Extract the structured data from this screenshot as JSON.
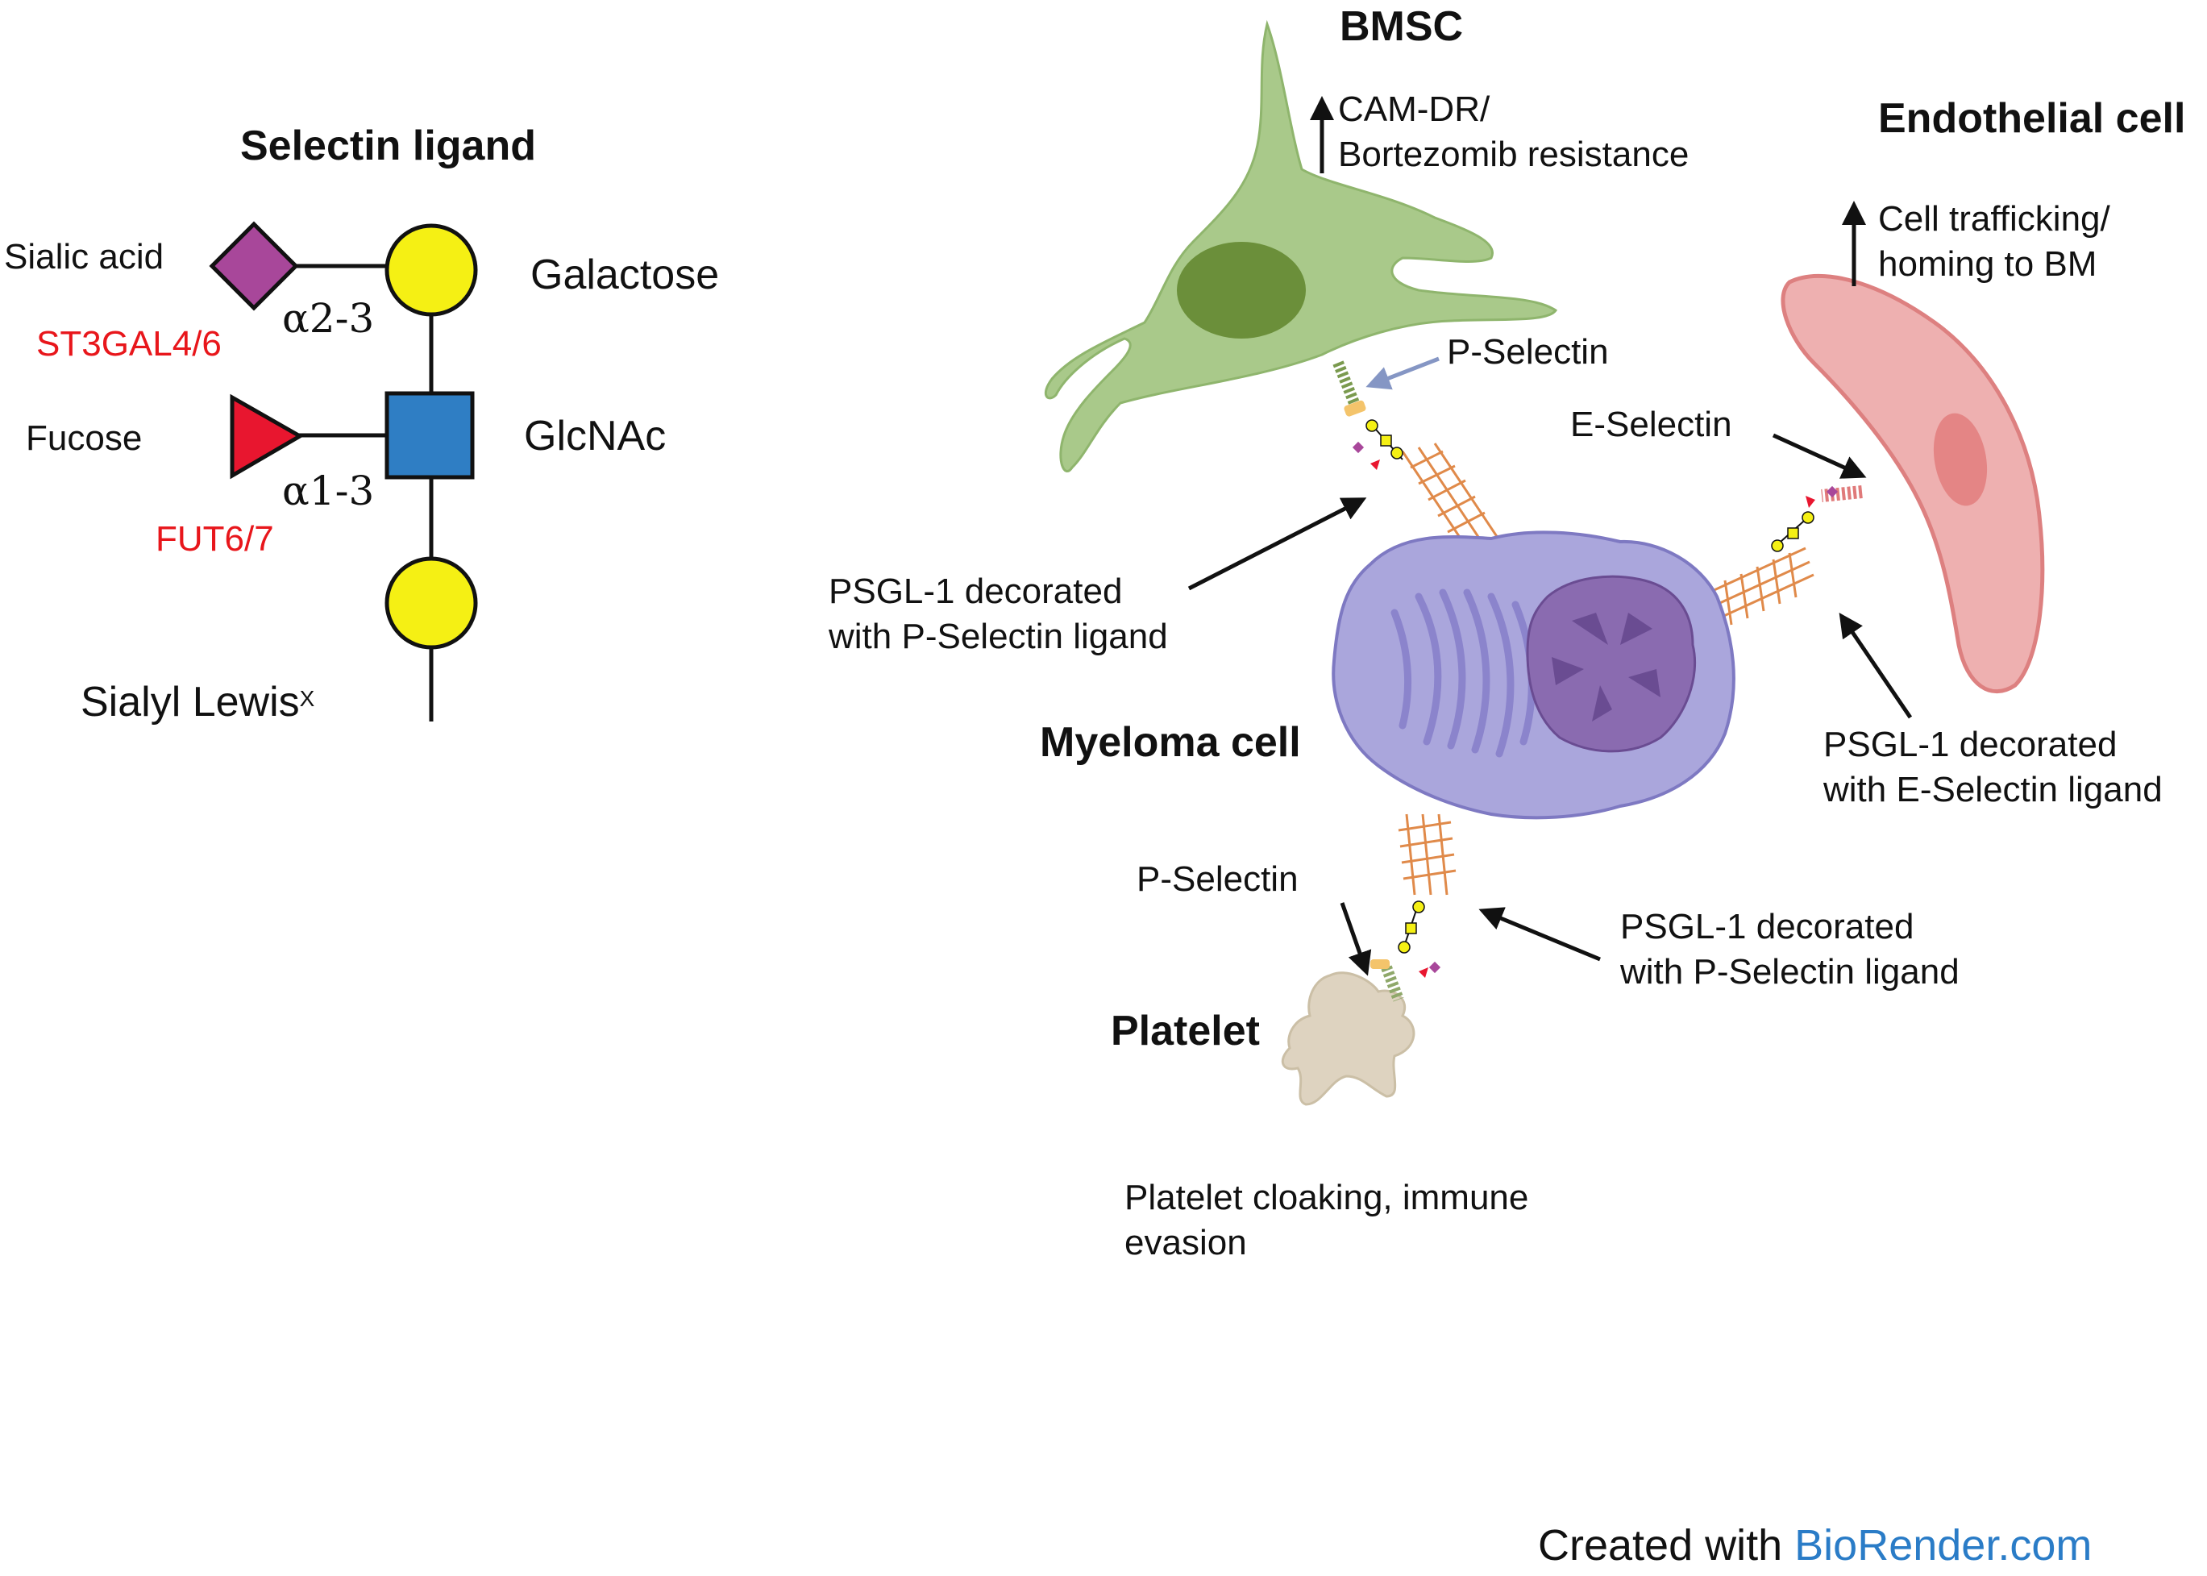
{
  "legend": {
    "title": "Selectin ligand",
    "sialic_acid": "Sialic acid",
    "galactose": "Galactose",
    "st3gal": "ST3GAL4/6",
    "linkage_a23": "α2-3",
    "fucose": "Fucose",
    "glcnac": "GlcNAc",
    "linkage_a13": "α1-3",
    "fut": "FUT6/7",
    "sialyl_lewis": "Sialyl Lewis",
    "sialyl_lewis_sup": "X"
  },
  "cells": {
    "bmsc": "BMSC",
    "endothelial": "Endothelial cell",
    "myeloma": "Myeloma cell",
    "platelet": "Platelet"
  },
  "labels": {
    "cam_dr": "CAM-DR/\nBortezomib resistance",
    "trafficking": "Cell trafficking/\nhoming to BM",
    "p_selectin_top": "P-Selectin",
    "e_selectin": "E-Selectin",
    "psgl_p_left": "PSGL-1 decorated\nwith P-Selectin ligand",
    "psgl_e": "PSGL-1 decorated\nwith E-Selectin ligand",
    "p_selectin_bottom": "P-Selectin",
    "psgl_p_bottom": "PSGL-1 decorated\nwith P-Selectin ligand",
    "platelet_outcome": "Platelet cloaking, immune\nevasion"
  },
  "credit": {
    "prefix": "Created with ",
    "brand": "BioRender.com"
  },
  "colors": {
    "sialic_acid": "#a8479a",
    "galactose": "#f5f014",
    "fucose": "#e8162f",
    "glcnac": "#2f7ec4",
    "enzyme_text": "#e8161b",
    "bmsc": "#a9c98a",
    "bmsc_nucleus": "#6b8f3a",
    "endothelial": "#eeb0b0",
    "myeloma": "#aaa6dc",
    "myeloma_nucleus": "#8a6bb0",
    "platelet": "#ded3c0",
    "psgl": "#e08a4a",
    "brand": "#2a7cc7"
  }
}
